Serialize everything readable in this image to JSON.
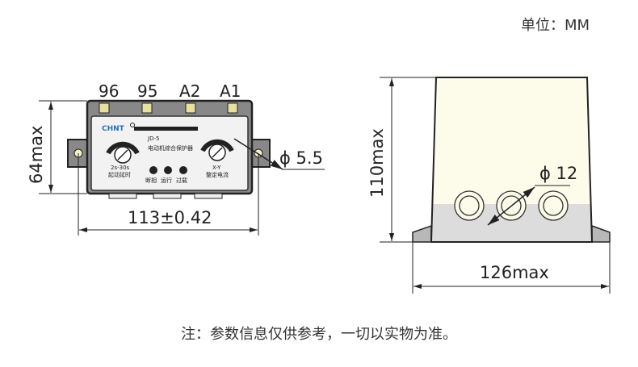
{
  "unit_label": "单位：MM",
  "footer_note": "注：参数信息仅供参考，一切以实物为准。",
  "front_view": {
    "terminals": [
      "96",
      "95",
      "A2",
      "A1"
    ],
    "brand": "CHNT",
    "model": "JD-5",
    "product_name": "电动机综合保护器",
    "left_knob_range": "2s-30s",
    "left_knob_label": "起动延时",
    "right_knob_range": "X-Y",
    "right_knob_label": "整定电流",
    "indicators": [
      "断相",
      "运行",
      "过载"
    ],
    "height_dim": "64max",
    "width_dim": "113±0.42",
    "hole_dim": "ϕ 5.5"
  },
  "side_view": {
    "height_dim": "110max",
    "width_dim": "126max",
    "hole_dim": "ϕ 12",
    "colors": {
      "upper": "#fdfbea",
      "lower": "#dcdcdc",
      "feet": "#b8b8b8"
    }
  }
}
